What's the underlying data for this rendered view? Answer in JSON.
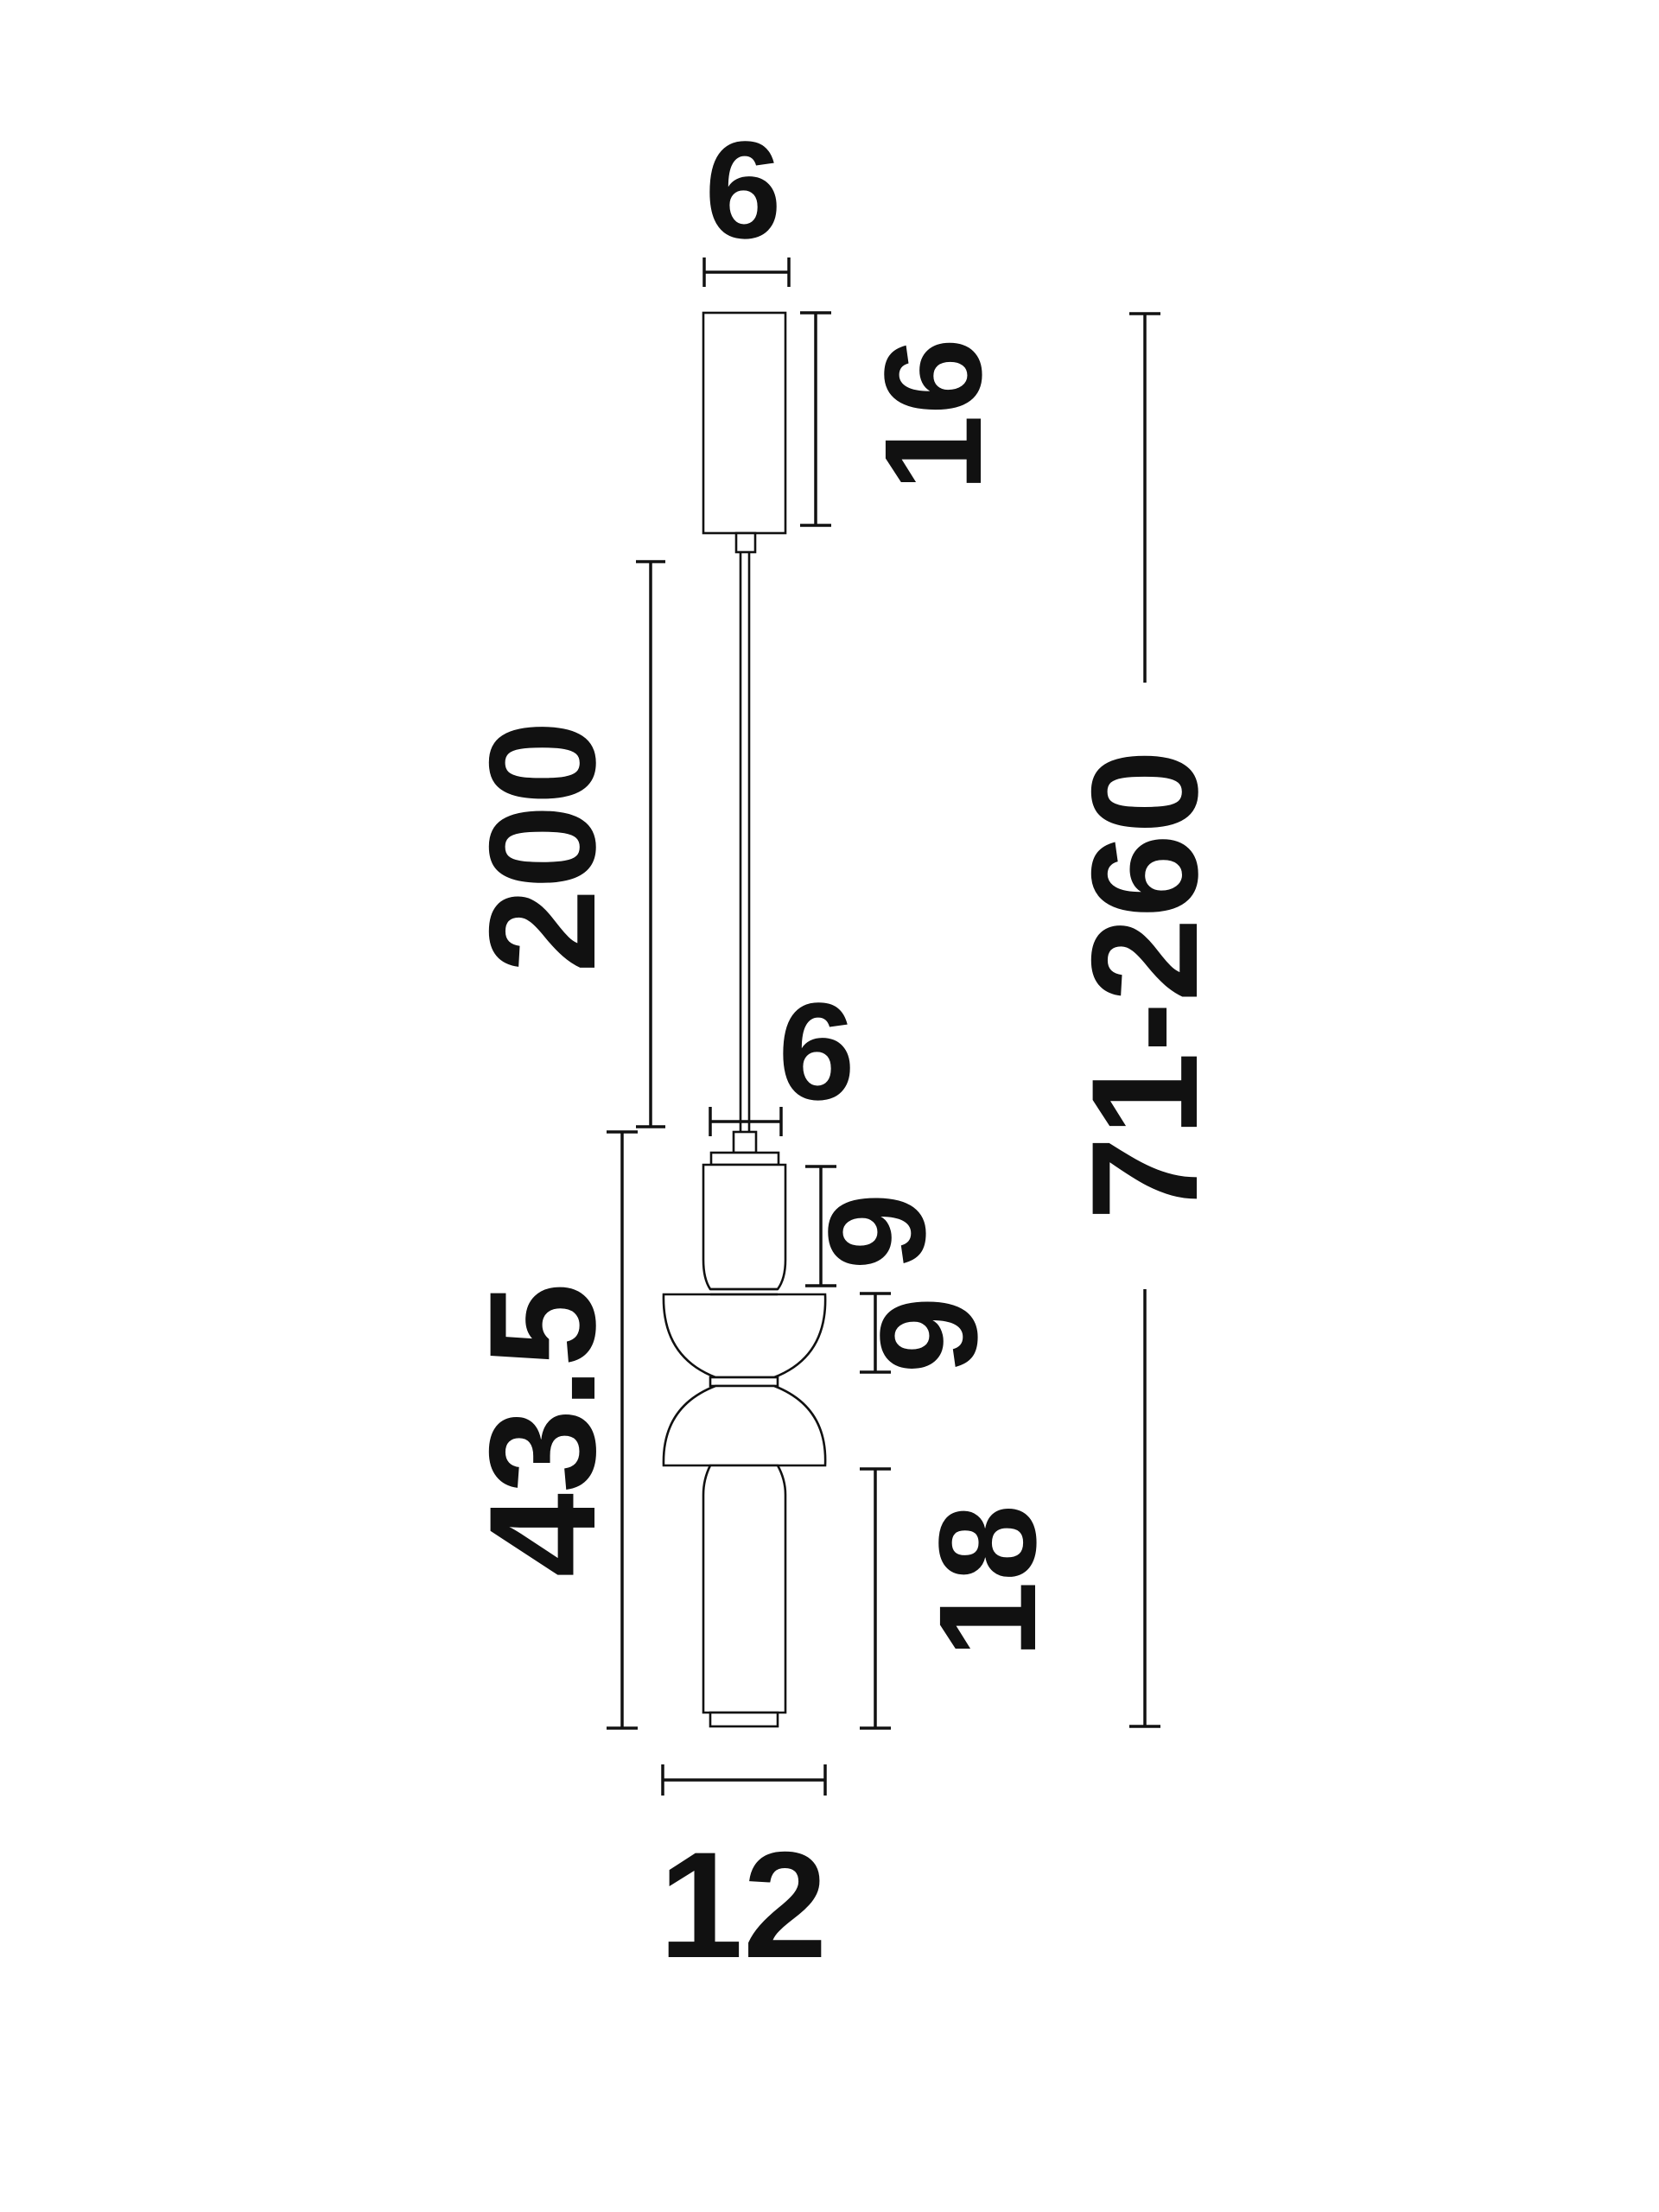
{
  "dimensions": {
    "canopy_diameter": "6",
    "canopy_height": "16",
    "cable_length": "200",
    "top_section_height": "9",
    "cable_holder_diameter": "6",
    "middle_section_height": "9",
    "bottom_section_height": "18",
    "body_height": "43.5",
    "body_width": "12",
    "total_height": "71-260"
  }
}
